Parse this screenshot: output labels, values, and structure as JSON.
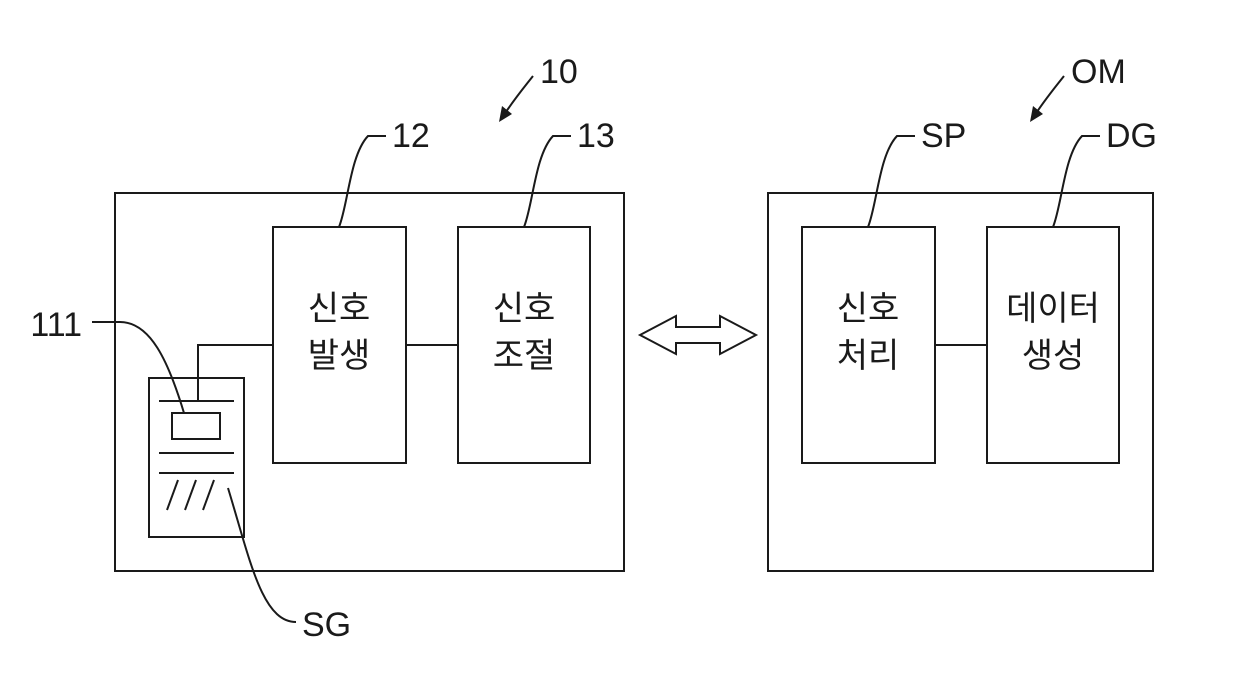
{
  "ref_labels": {
    "device": "10",
    "signal_generation": "12",
    "signal_adjustment": "13",
    "sensor_element": "111",
    "sensor": "SG",
    "external": "OM",
    "signal_processing": "SP",
    "data_generation": "DG"
  },
  "blocks": {
    "signal_generation": {
      "line1": "신호",
      "line2": "발생"
    },
    "signal_adjustment": {
      "line1": "신호",
      "line2": "조절"
    },
    "signal_processing": {
      "line1": "신호",
      "line2": "처리"
    },
    "data_generation": {
      "line1": "데이터",
      "line2": "생성"
    }
  }
}
